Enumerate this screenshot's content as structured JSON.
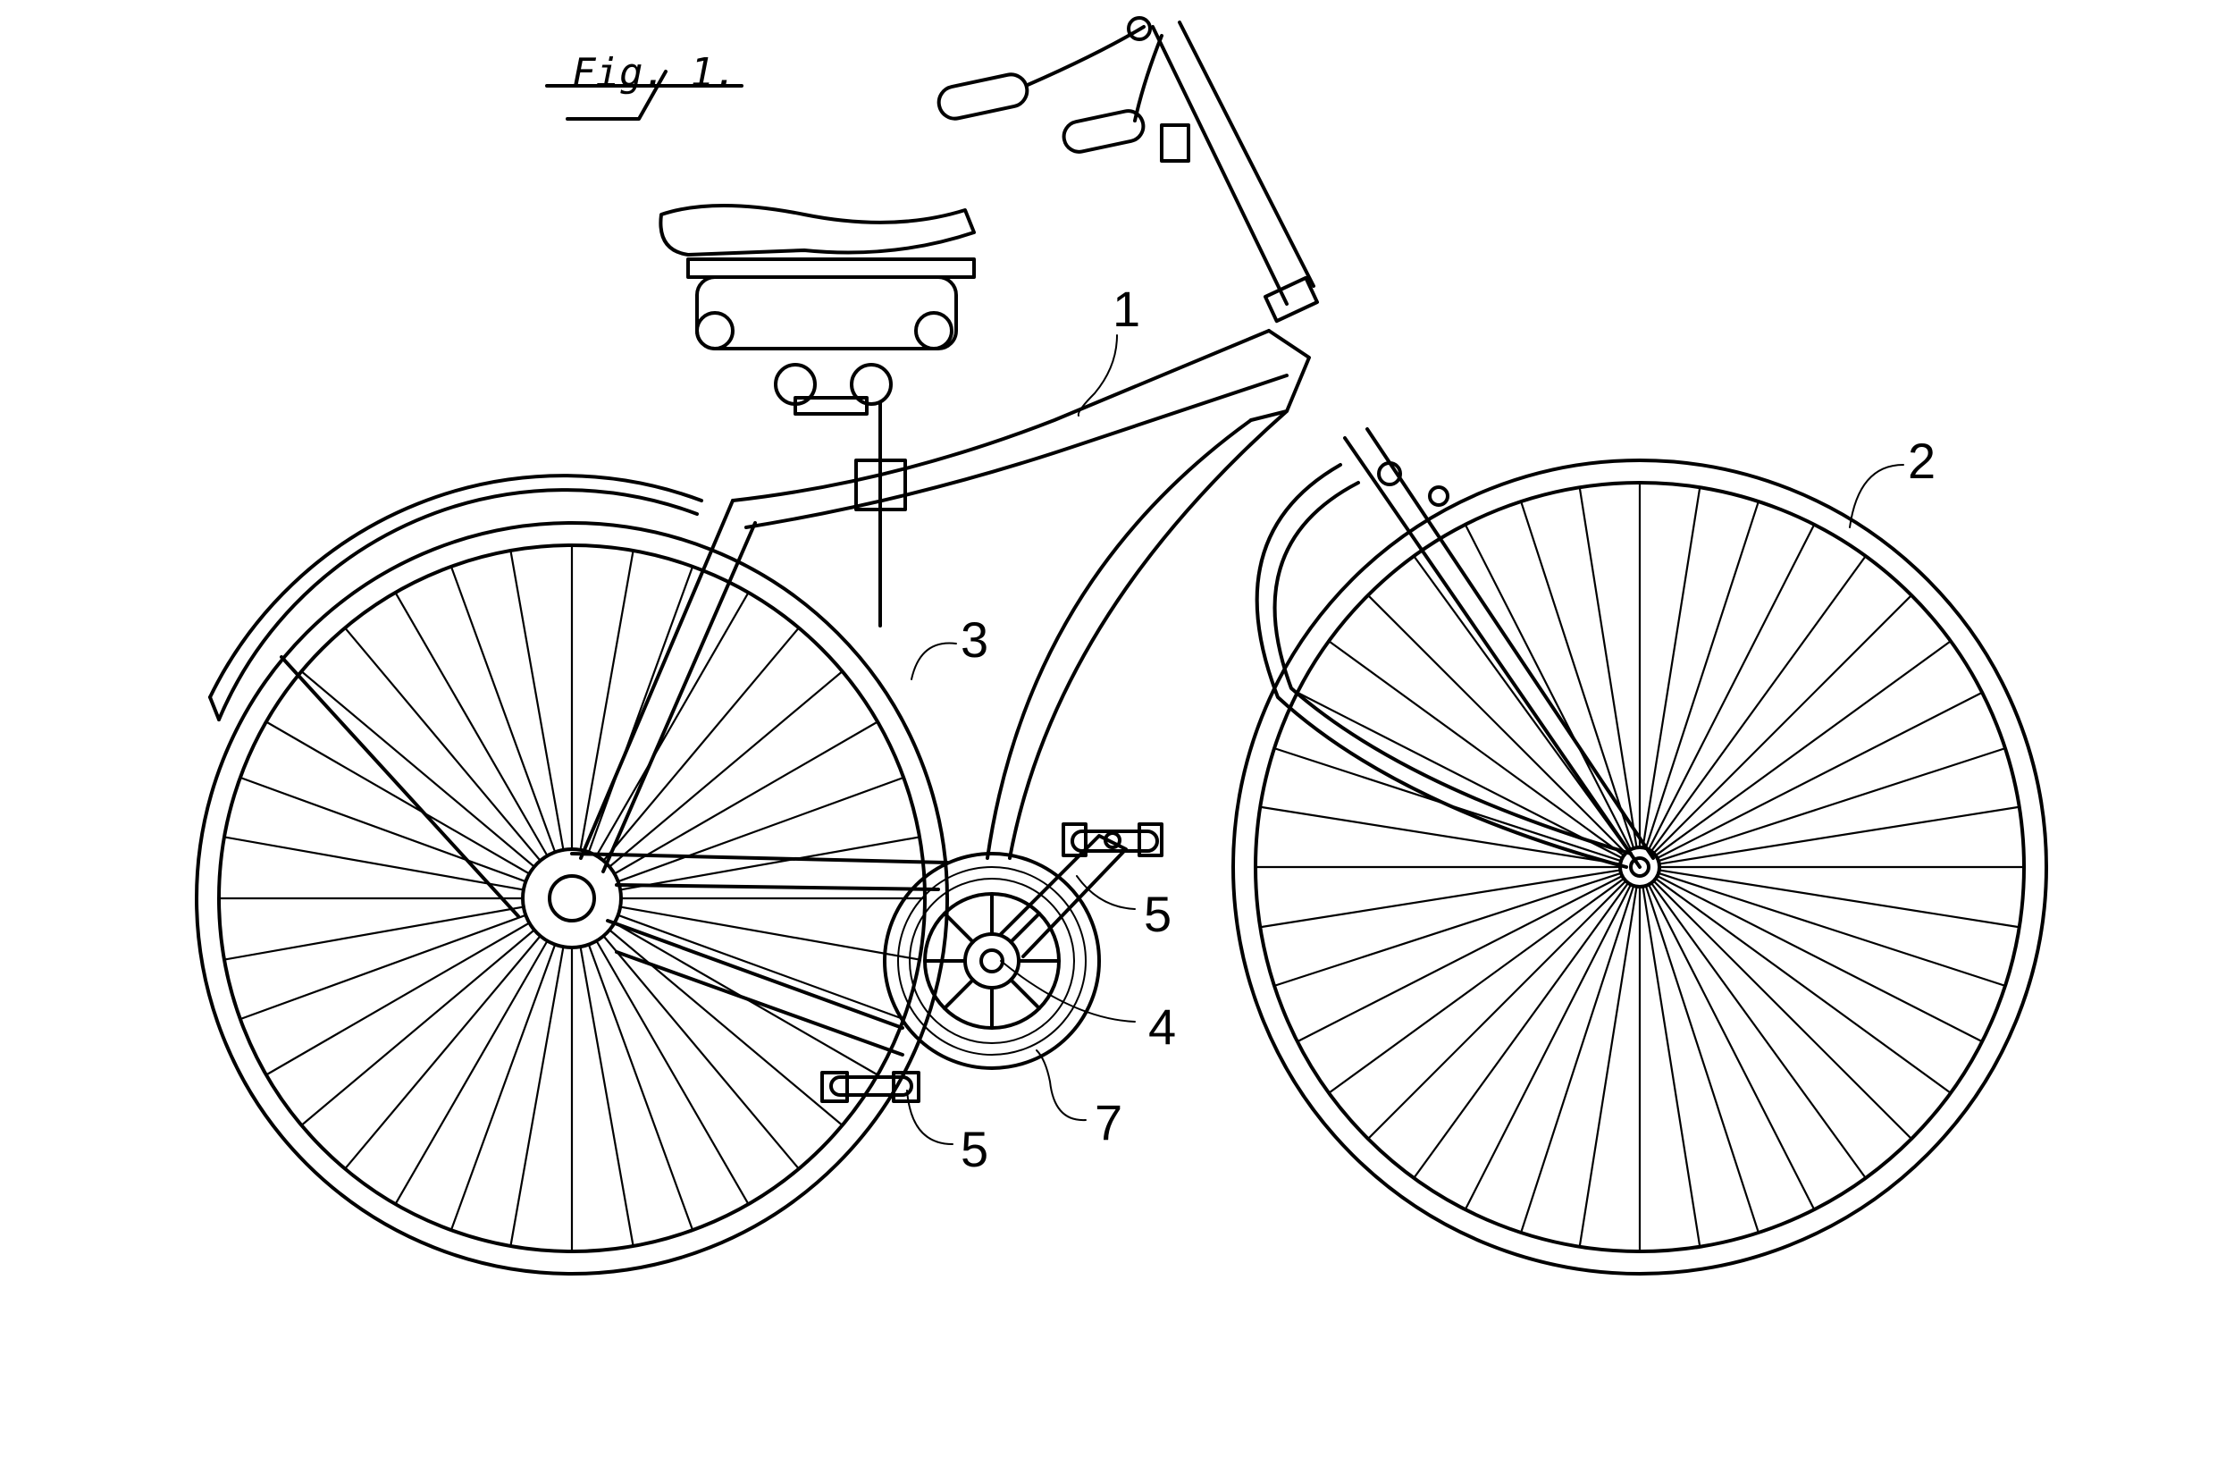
{
  "figure": {
    "title": "Fig. 1.",
    "description": "Patent drawing of a safety bicycle, side elevation"
  },
  "labels": [
    {
      "id": "1",
      "text": "1",
      "part": "frame top tube"
    },
    {
      "id": "2",
      "text": "2",
      "part": "front wheel"
    },
    {
      "id": "3",
      "text": "3",
      "part": "rear wheel"
    },
    {
      "id": "4",
      "text": "4",
      "part": "crank axle"
    },
    {
      "id": "5a",
      "text": "5",
      "part": "pedal (upper)"
    },
    {
      "id": "5b",
      "text": "5",
      "part": "pedal (lower)"
    },
    {
      "id": "7",
      "text": "7",
      "part": "chain wheel / gear case"
    }
  ],
  "colors": {
    "ink": "#000000",
    "paper": "#ffffff"
  }
}
